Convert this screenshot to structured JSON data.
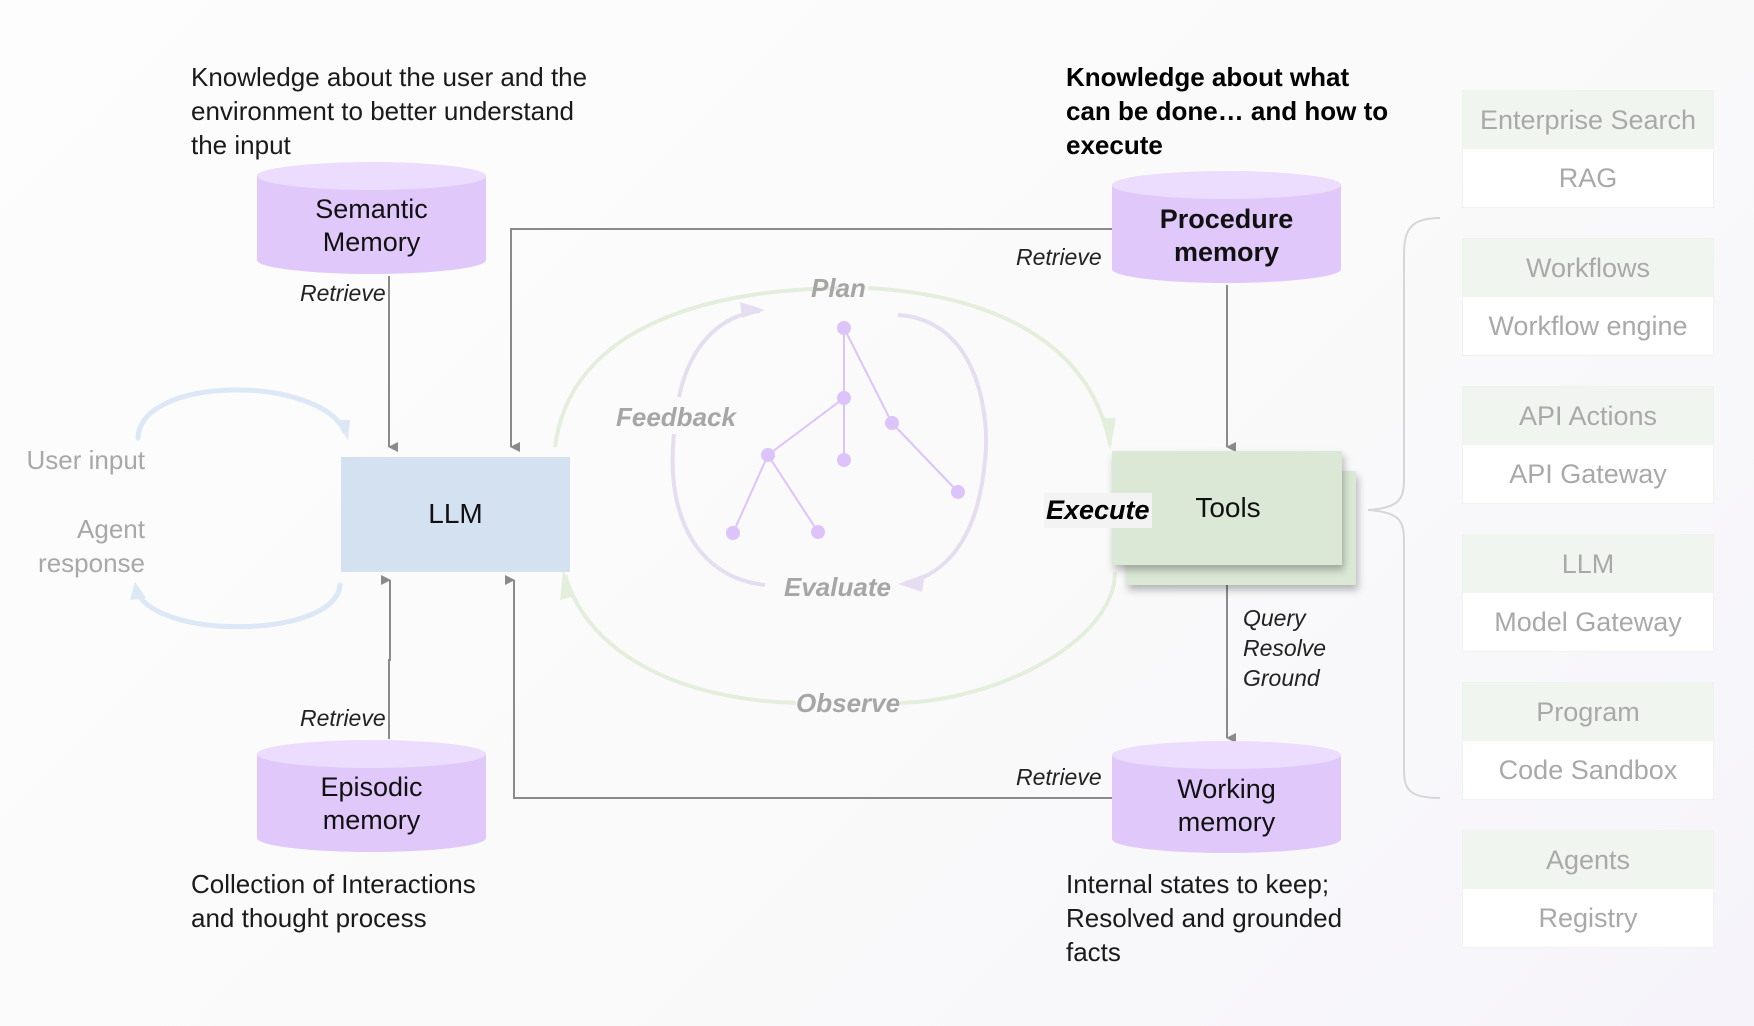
{
  "descriptions": {
    "semantic": "Knowledge about the user and the environment to better understand the input",
    "procedure": "Knowledge about what can be done… and how to execute",
    "episodic": "Collection of Interactions and thought process",
    "working": "Internal states to keep; Resolved and grounded facts"
  },
  "descriptions_lines": {
    "semantic": [
      "Knowledge about the user and the",
      "environment to better understand",
      "the input"
    ],
    "procedure": [
      "Knowledge about what",
      "can be done… and how to",
      "execute"
    ],
    "episodic": [
      "Collection of Interactions",
      "and thought process"
    ],
    "working": [
      "Internal states to keep;",
      "Resolved and grounded",
      "facts"
    ]
  },
  "memories": {
    "semantic": [
      "Semantic",
      "Memory"
    ],
    "procedure": [
      "Procedure",
      "memory"
    ],
    "episodic": [
      "Episodic",
      "memory"
    ],
    "working": [
      "Working",
      "memory"
    ]
  },
  "nodes": {
    "llm": "LLM",
    "tools": "Tools"
  },
  "edge_labels": {
    "retrieve_semantic": "Retrieve",
    "retrieve_procedure": "Retrieve",
    "retrieve_episodic": "Retrieve",
    "retrieve_working": "Retrieve",
    "execute": "Execute",
    "tools_to_working": [
      "Query",
      "Resolve",
      "Ground"
    ]
  },
  "loop_labels": {
    "plan": "Plan",
    "feedback": "Feedback",
    "evaluate": "Evaluate",
    "observe": "Observe"
  },
  "side_labels": {
    "user_input": "User input",
    "agent_response": [
      "Agent",
      "response"
    ]
  },
  "services": [
    {
      "category": "Enterprise Search",
      "implementation": "RAG"
    },
    {
      "category": "Workflows",
      "implementation": "Workflow engine"
    },
    {
      "category": "API Actions",
      "implementation": "API Gateway"
    },
    {
      "category": "LLM",
      "implementation": "Model Gateway"
    },
    {
      "category": "Program",
      "implementation": "Code Sandbox"
    },
    {
      "category": "Agents",
      "implementation": "Registry"
    }
  ],
  "colors": {
    "memory_fill": "#e0c8fb",
    "memory_top": "#ecdcfd",
    "llm_fill": "#d3e1f1",
    "tools_fill": "#dbe8d6",
    "arrow": "#8a8a8a",
    "plan_loop": "#e3efdc",
    "feedback_loop": "#e4def0",
    "tree": "#dcc4fa",
    "user_loop": "#dce8f6"
  }
}
